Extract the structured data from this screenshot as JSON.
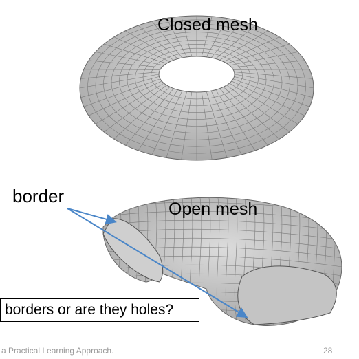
{
  "slide": {
    "closed_label": "Closed mesh",
    "open_label": "Open mesh",
    "border_label": "border",
    "question": "borders or are they holes?",
    "footer": "a Practical Learning Approach.",
    "page_number": "28"
  },
  "colors": {
    "mesh_fill": "#c8c8c8",
    "mesh_lines": "#7a7a7a",
    "arrow": "#4a86c8"
  },
  "icons": {
    "closed_torus": "closed-torus-mesh",
    "open_torus": "open-torus-mesh"
  }
}
